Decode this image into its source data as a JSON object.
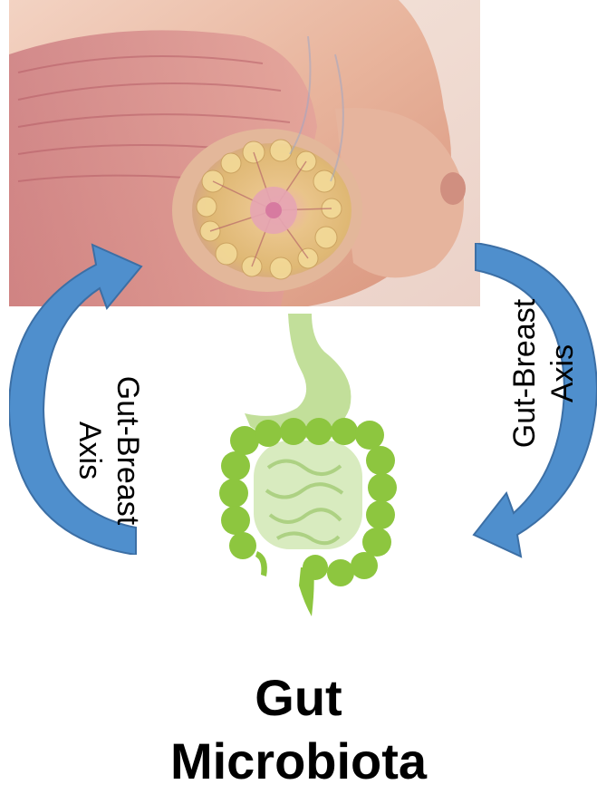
{
  "left_label": {
    "line1": "Gut-Breast",
    "line2": "Axis"
  },
  "right_label": {
    "line1": "Gut-Breast",
    "line2": "Axis"
  },
  "title": {
    "line1": "Gut",
    "line2": "Microbiota"
  },
  "colors": {
    "arrow_fill": "#4f8fcd",
    "arrow_stroke": "#3c6fa5",
    "intestine_green": "#8dc63f",
    "stomach_green": "#c2df9a",
    "skin": "#e8b49c"
  }
}
